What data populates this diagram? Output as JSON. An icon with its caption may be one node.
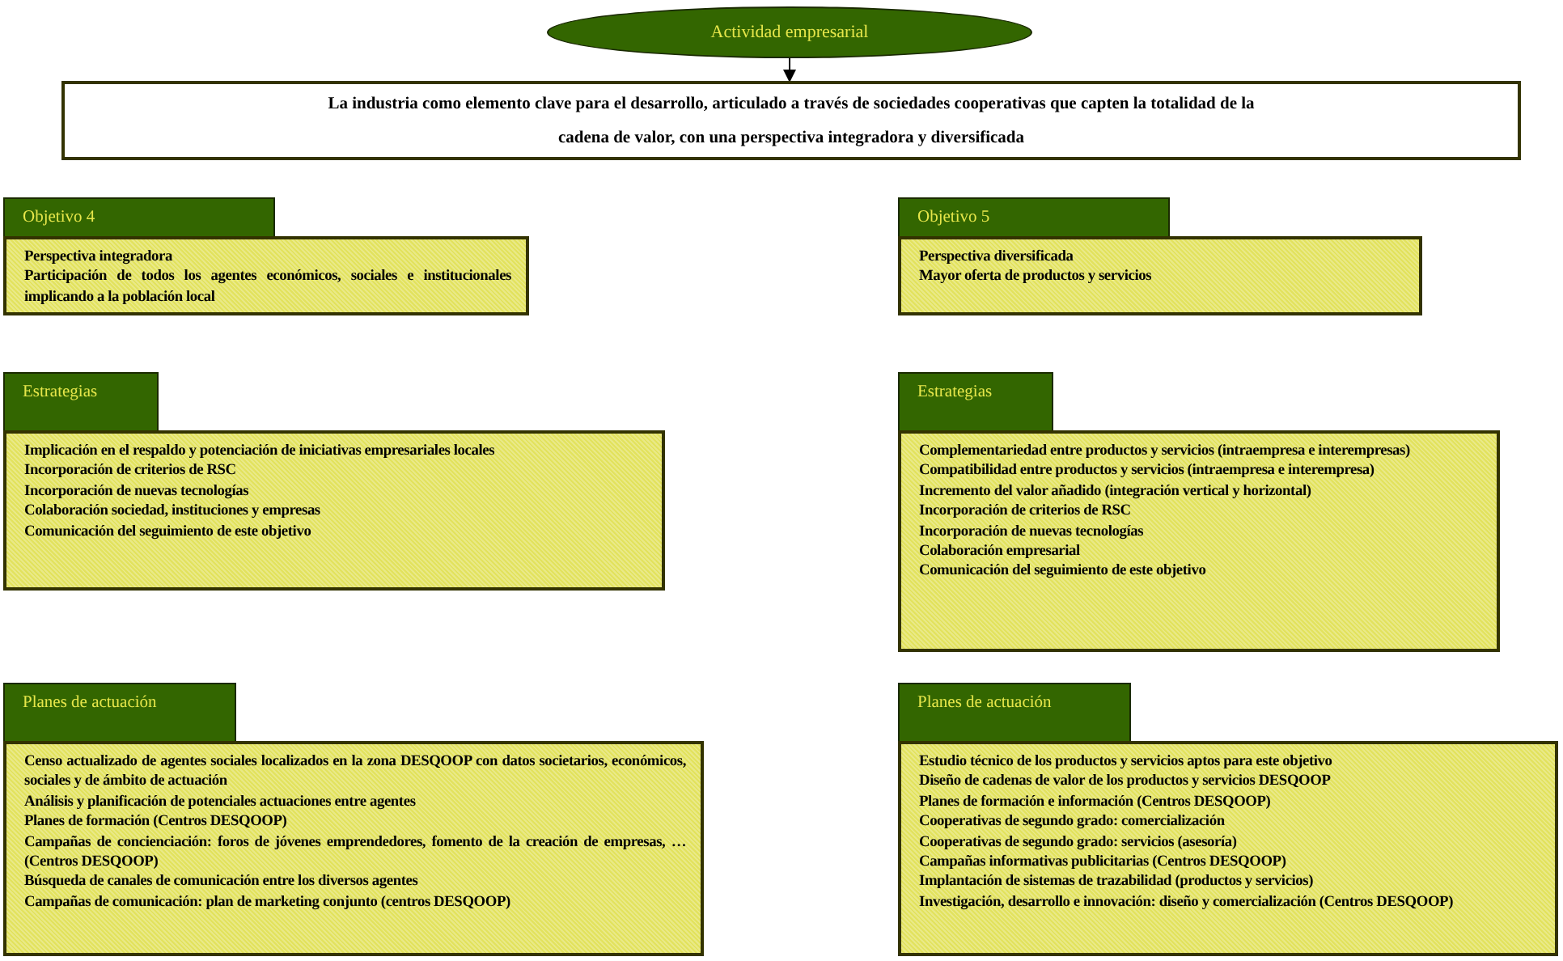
{
  "diagram": {
    "nodes": [
      {
        "text": [
          "Actividad empresarial"
        ]
      },
      {
        "text": [
          "La industria como elemento clave para el desarrollo, articulado a través de sociedades cooperativas que capten la totalidad de la cadena de valor, con una perspectiva integradora y diversificada"
        ]
      },
      {
        "text": [
          "Objetivo 4"
        ]
      },
      {
        "text": [
          "Perspectiva integradora",
          "Participación de todos los agentes económicos, sociales e institucionales implicando a la población local"
        ]
      },
      {
        "text": [
          "Objetivo 5"
        ]
      },
      {
        "text": [
          "Perspectiva diversificada",
          "Mayor oferta de productos y servicios"
        ]
      },
      {
        "text": [
          "Estrategias"
        ]
      },
      {
        "text": [
          "Implicación en el respaldo y potenciación de iniciativas empresariales locales",
          "Incorporación de criterios de RSC",
          "Incorporación de nuevas tecnologías",
          "Colaboración sociedad, instituciones y empresas",
          "Comunicación del seguimiento de este objetivo"
        ]
      },
      {
        "text": [
          "Estrategias"
        ]
      },
      {
        "text": [
          "Complementariedad entre productos y servicios (intraempresa e interempresas)",
          "Compatibilidad entre productos y servicios (intraempresa e interempresa)",
          "Incremento del valor añadido (integración vertical y horizontal)",
          "Incorporación de criterios de RSC",
          "Incorporación de nuevas tecnologías",
          "Colaboración empresarial",
          "Comunicación del seguimiento de este objetivo"
        ]
      },
      {
        "text": [
          "Planes de actuación"
        ]
      },
      {
        "text": [
          "Censo actualizado de agentes sociales localizados en la zona DESQOOP con datos societarios, económicos, sociales y de ámbito de actuación",
          "Análisis y planificación de potenciales actuaciones entre agentes",
          "Planes de formación (Centros DESQOOP)",
          "Campañas de concienciación: foros de jóvenes emprendedores, fomento de la creación de empresas, …  (Centros DESQOOP)",
          "Búsqueda de canales de comunicación entre los diversos agentes",
          "Campañas de comunicación: plan de marketing conjunto (centros DESQOOP)"
        ]
      },
      {
        "text": [
          "Planes de actuación"
        ]
      },
      {
        "text": [
          "Estudio técnico de los productos y servicios aptos para este objetivo",
          "Diseño de cadenas de valor de los productos y servicios DESQOOP",
          "Planes de formación e información (Centros DESQOOP)",
          "Cooperativas de segundo grado: comercialización",
          "Cooperativas de segundo grado: servicios (asesoría)",
          "Campañas informativas publicitarias (Centros DESQOOP)",
          "Implantación de sistemas de trazabilidad (productos y servicios)",
          "Investigación, desarrollo e innovación: diseño y comercialización (Centros DESQOOP)"
        ]
      }
    ],
    "edges": [
      {
        "from": 0,
        "to": 1,
        "arrow": "to"
      }
    ]
  }
}
